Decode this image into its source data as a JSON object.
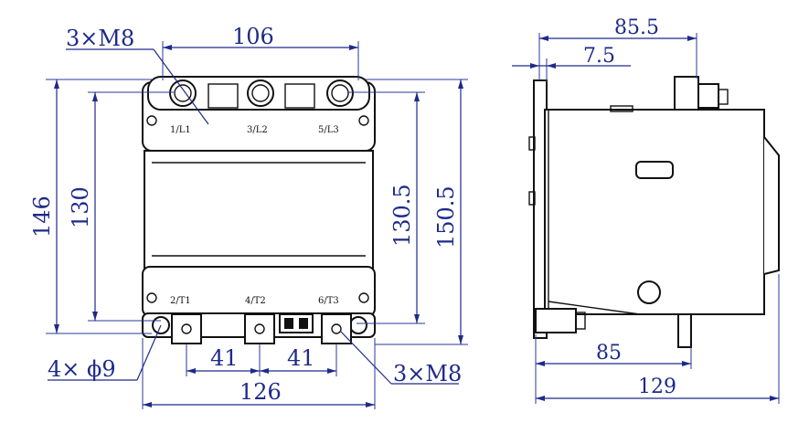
{
  "front_view": {
    "dim_top_width": "106",
    "dim_top_thread": "3×M8",
    "dim_height_overall": "146",
    "dim_height_inner": "130",
    "dim_height_mid": "130.5",
    "dim_height_total": "150.5",
    "dim_spacing_left": "41",
    "dim_spacing_right": "41",
    "dim_bottom_width": "126",
    "dim_mount_holes": "4× ϕ9",
    "dim_bottom_thread": "3×M8",
    "terminals_top": [
      "1/L1",
      "3/L2",
      "5/L3"
    ],
    "terminals_bottom": [
      "2/T1",
      "4/T2",
      "6/T3"
    ]
  },
  "side_view": {
    "dim_top_depth": "85.5",
    "dim_top_offset": "7.5",
    "dim_bottom_depth": "85",
    "dim_total_depth": "129"
  }
}
